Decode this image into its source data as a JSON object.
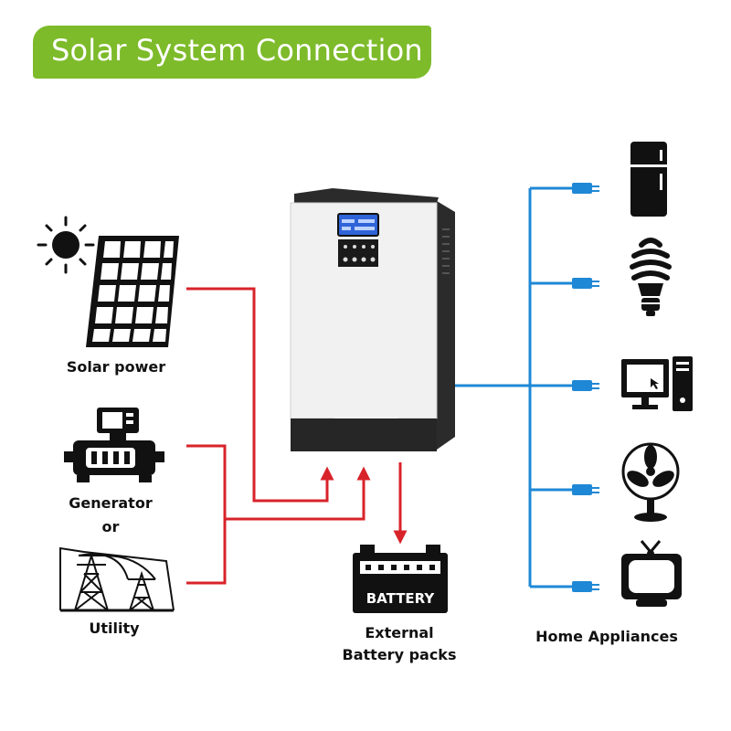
{
  "title": "Solar System Connection",
  "colors": {
    "banner": "#7dbb2a",
    "input_wire": "#d8232a",
    "output_wire": "#1f88d6",
    "inverter_body": "#f1f1f1",
    "inverter_dark": "#2b2b2b",
    "lcd": "#2f63d8"
  },
  "inputs": {
    "solar": {
      "icon": "solar-panel-icon",
      "label": "Solar power"
    },
    "generator": {
      "icon": "generator-icon",
      "label": "Generator"
    },
    "or_text": "or",
    "utility": {
      "icon": "power-tower-icon",
      "label": "Utility"
    }
  },
  "inverter": {
    "icon": "hybrid-inverter-icon"
  },
  "battery": {
    "icon": "battery-icon",
    "badge": "BATTERY",
    "label_line1": "External",
    "label_line2": "Battery packs"
  },
  "outputs": {
    "label": "Home Appliances",
    "items": [
      {
        "icon": "refrigerator-icon"
      },
      {
        "icon": "light-bulb-icon"
      },
      {
        "icon": "computer-icon"
      },
      {
        "icon": "fan-icon"
      },
      {
        "icon": "television-icon"
      }
    ]
  }
}
